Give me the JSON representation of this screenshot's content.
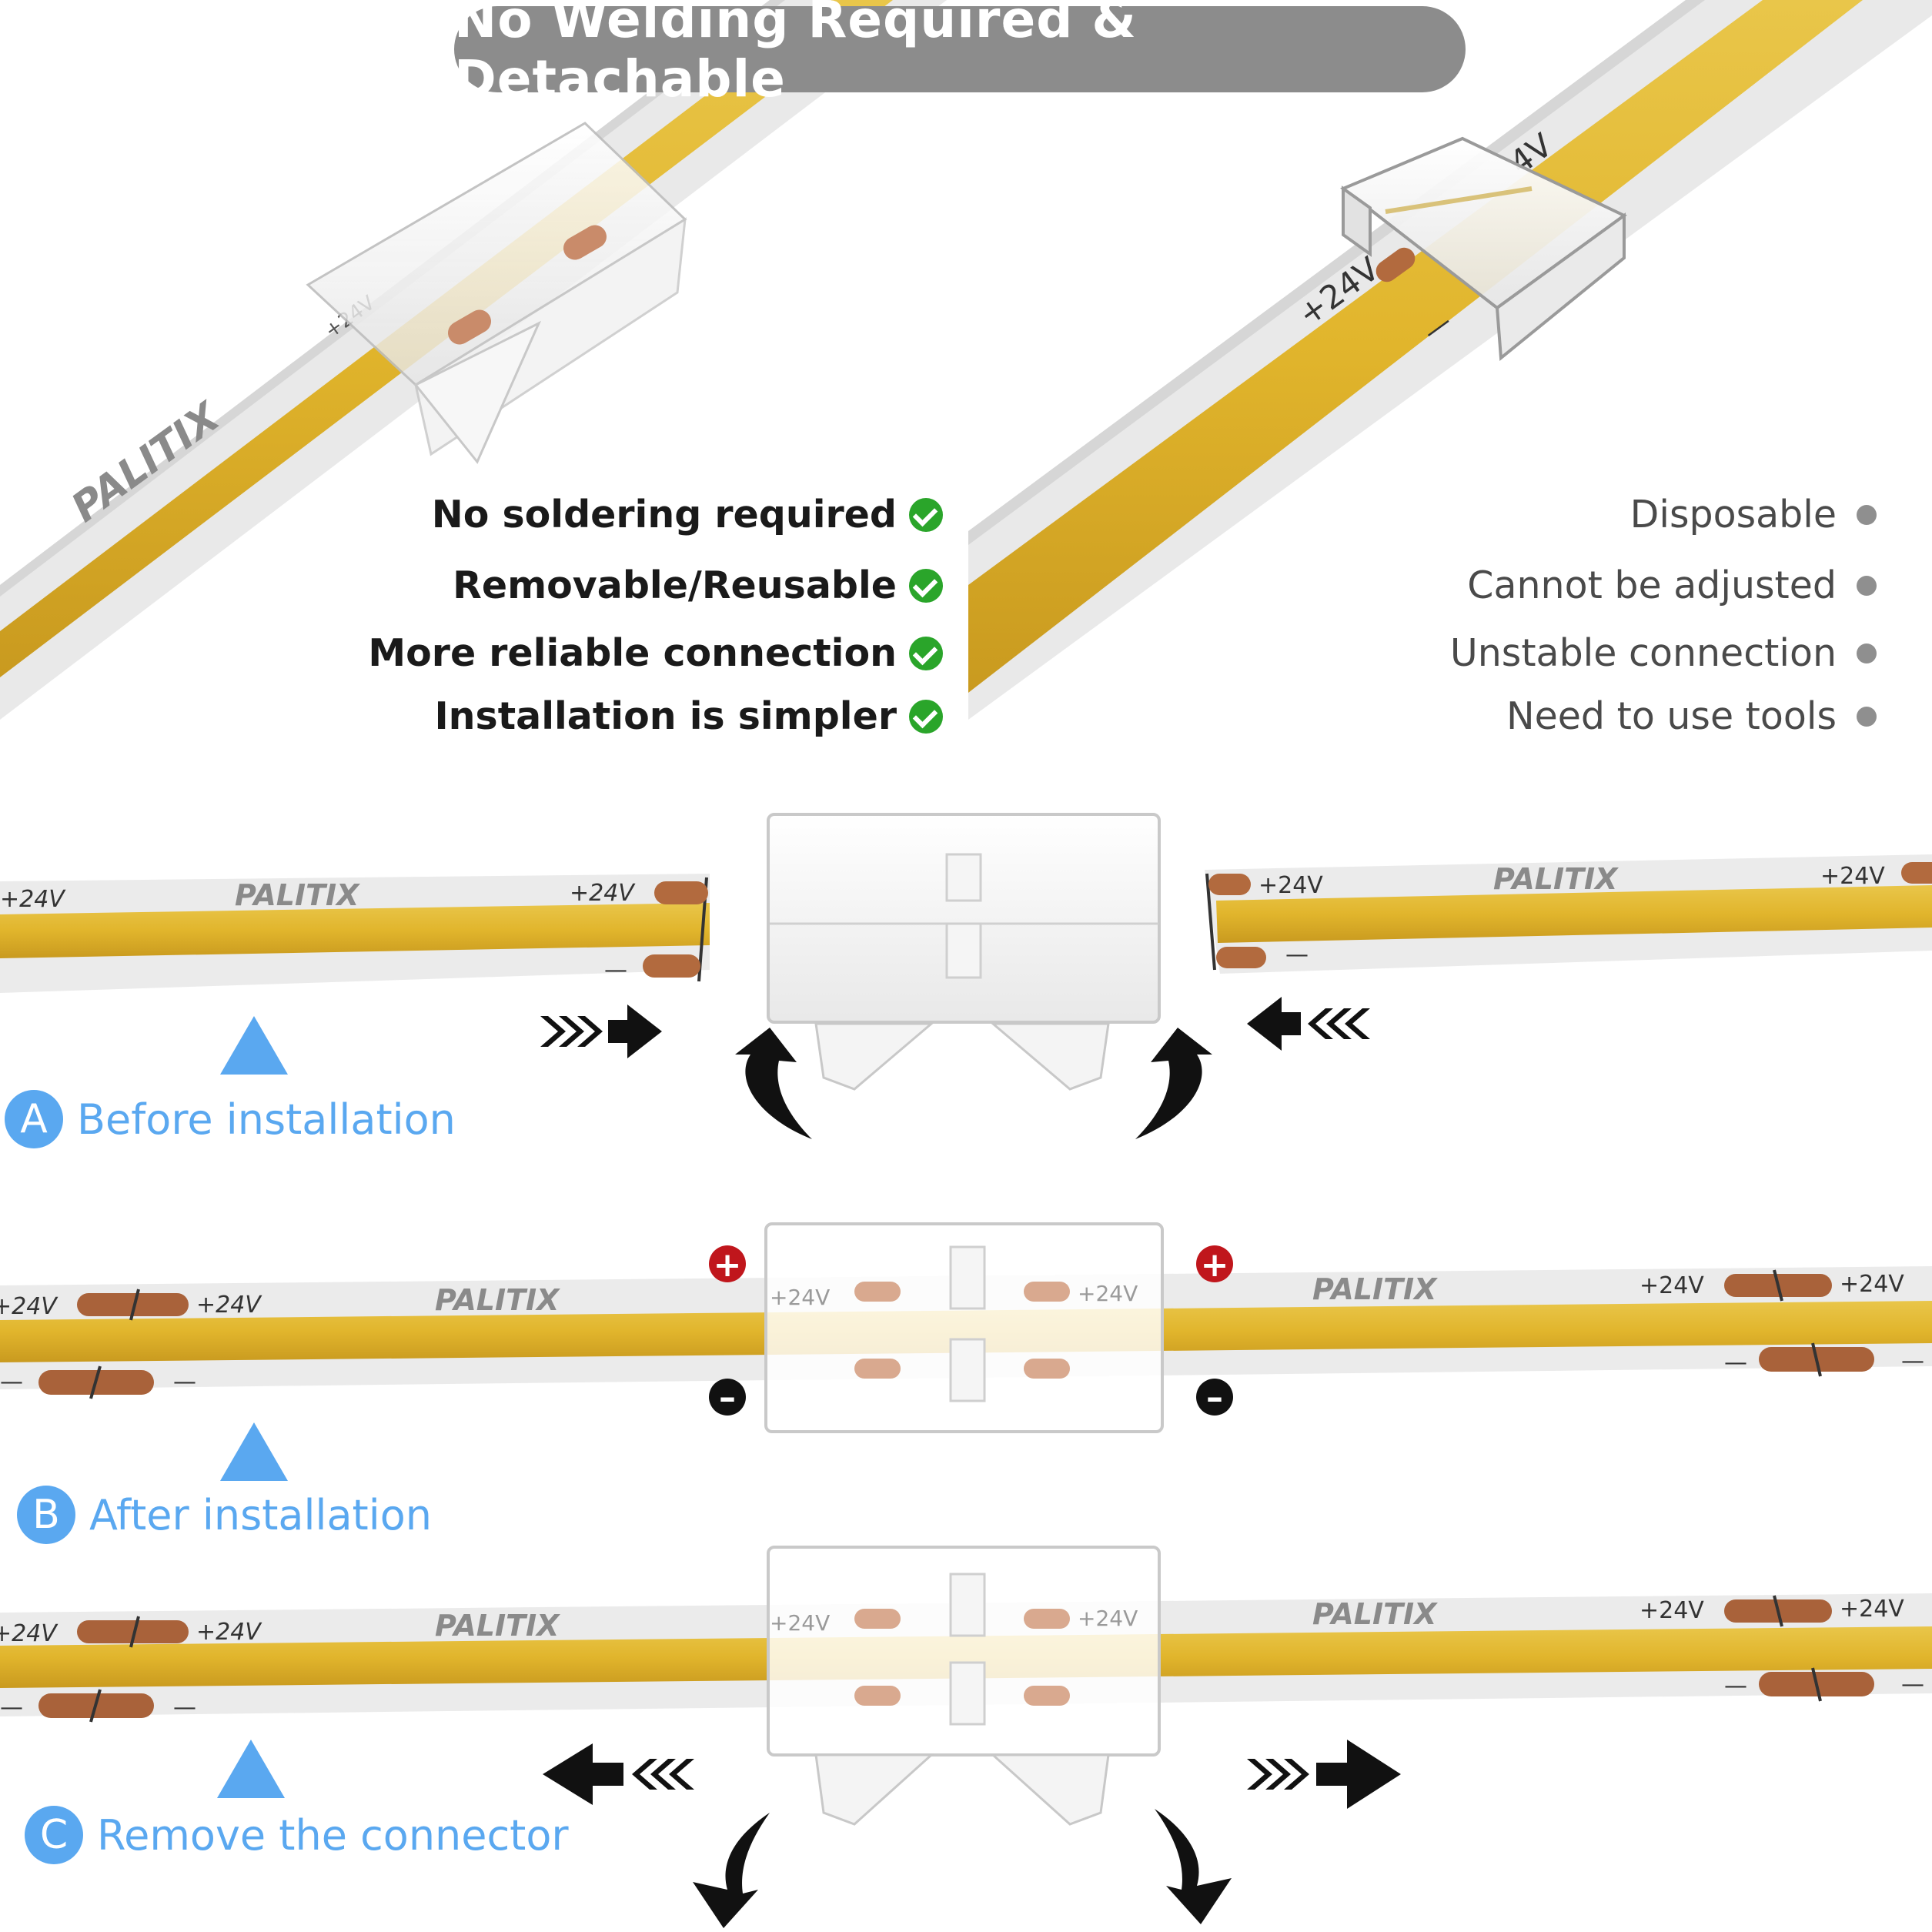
{
  "title": "No Welding Required & Detachable",
  "colors": {
    "title_pill": "#8c8c8c",
    "strip_white": "#e9e9e9",
    "strip_yellow": "#e1b52c",
    "copper_pad": "#b26a3e",
    "check_green": "#2aa52a",
    "bullet_gray": "#8f8f8f",
    "step_blue": "#5aa8f0",
    "plus_red": "#c0161c",
    "arrow_black": "#111111"
  },
  "advantages": [
    {
      "label": "No soldering required",
      "icon": "check-icon"
    },
    {
      "label": "Removable/Reusable",
      "icon": "check-icon"
    },
    {
      "label": "More reliable connection",
      "icon": "check-icon"
    },
    {
      "label": "Installation is simpler",
      "icon": "check-icon"
    }
  ],
  "disadvantages": [
    {
      "label": "Disposable",
      "icon": "bullet-icon"
    },
    {
      "label": "Cannot be adjusted",
      "icon": "bullet-icon"
    },
    {
      "label": "Unstable connection",
      "icon": "bullet-icon"
    },
    {
      "label": "Need to use tools",
      "icon": "bullet-icon"
    }
  ],
  "strip_labels": {
    "brand": "PALITIX",
    "positive": "+24V",
    "negative": "—",
    "top_right_voltage": "+24V",
    "top_right_voltage_partial": "4V"
  },
  "polarity": {
    "plus": "+",
    "minus": "–"
  },
  "steps": [
    {
      "letter": "A",
      "label": "Before installation"
    },
    {
      "letter": "B",
      "label": "After installation"
    },
    {
      "letter": "C",
      "label": "Remove the connector"
    }
  ]
}
